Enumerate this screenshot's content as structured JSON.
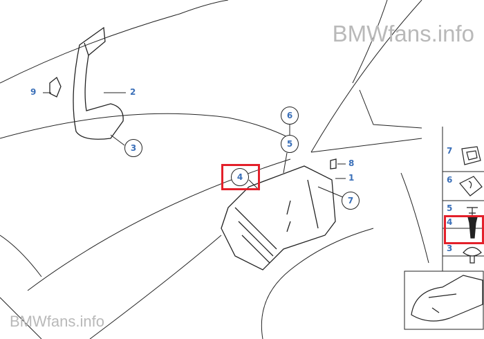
{
  "watermark": {
    "top": "BMWfans.info",
    "bottom": "BMWfans.info"
  },
  "callouts": {
    "c1": "1",
    "c2": "2",
    "c3": "3",
    "c4": "4",
    "c5": "5",
    "c6": "6",
    "c7": "7",
    "c8": "8",
    "c9": "9"
  },
  "side_panel": {
    "items": [
      "7",
      "6",
      "5",
      "4",
      "3"
    ]
  },
  "colors": {
    "label": "#3a6fb8",
    "highlight": "#e3202a"
  },
  "highlighted_part": "4"
}
